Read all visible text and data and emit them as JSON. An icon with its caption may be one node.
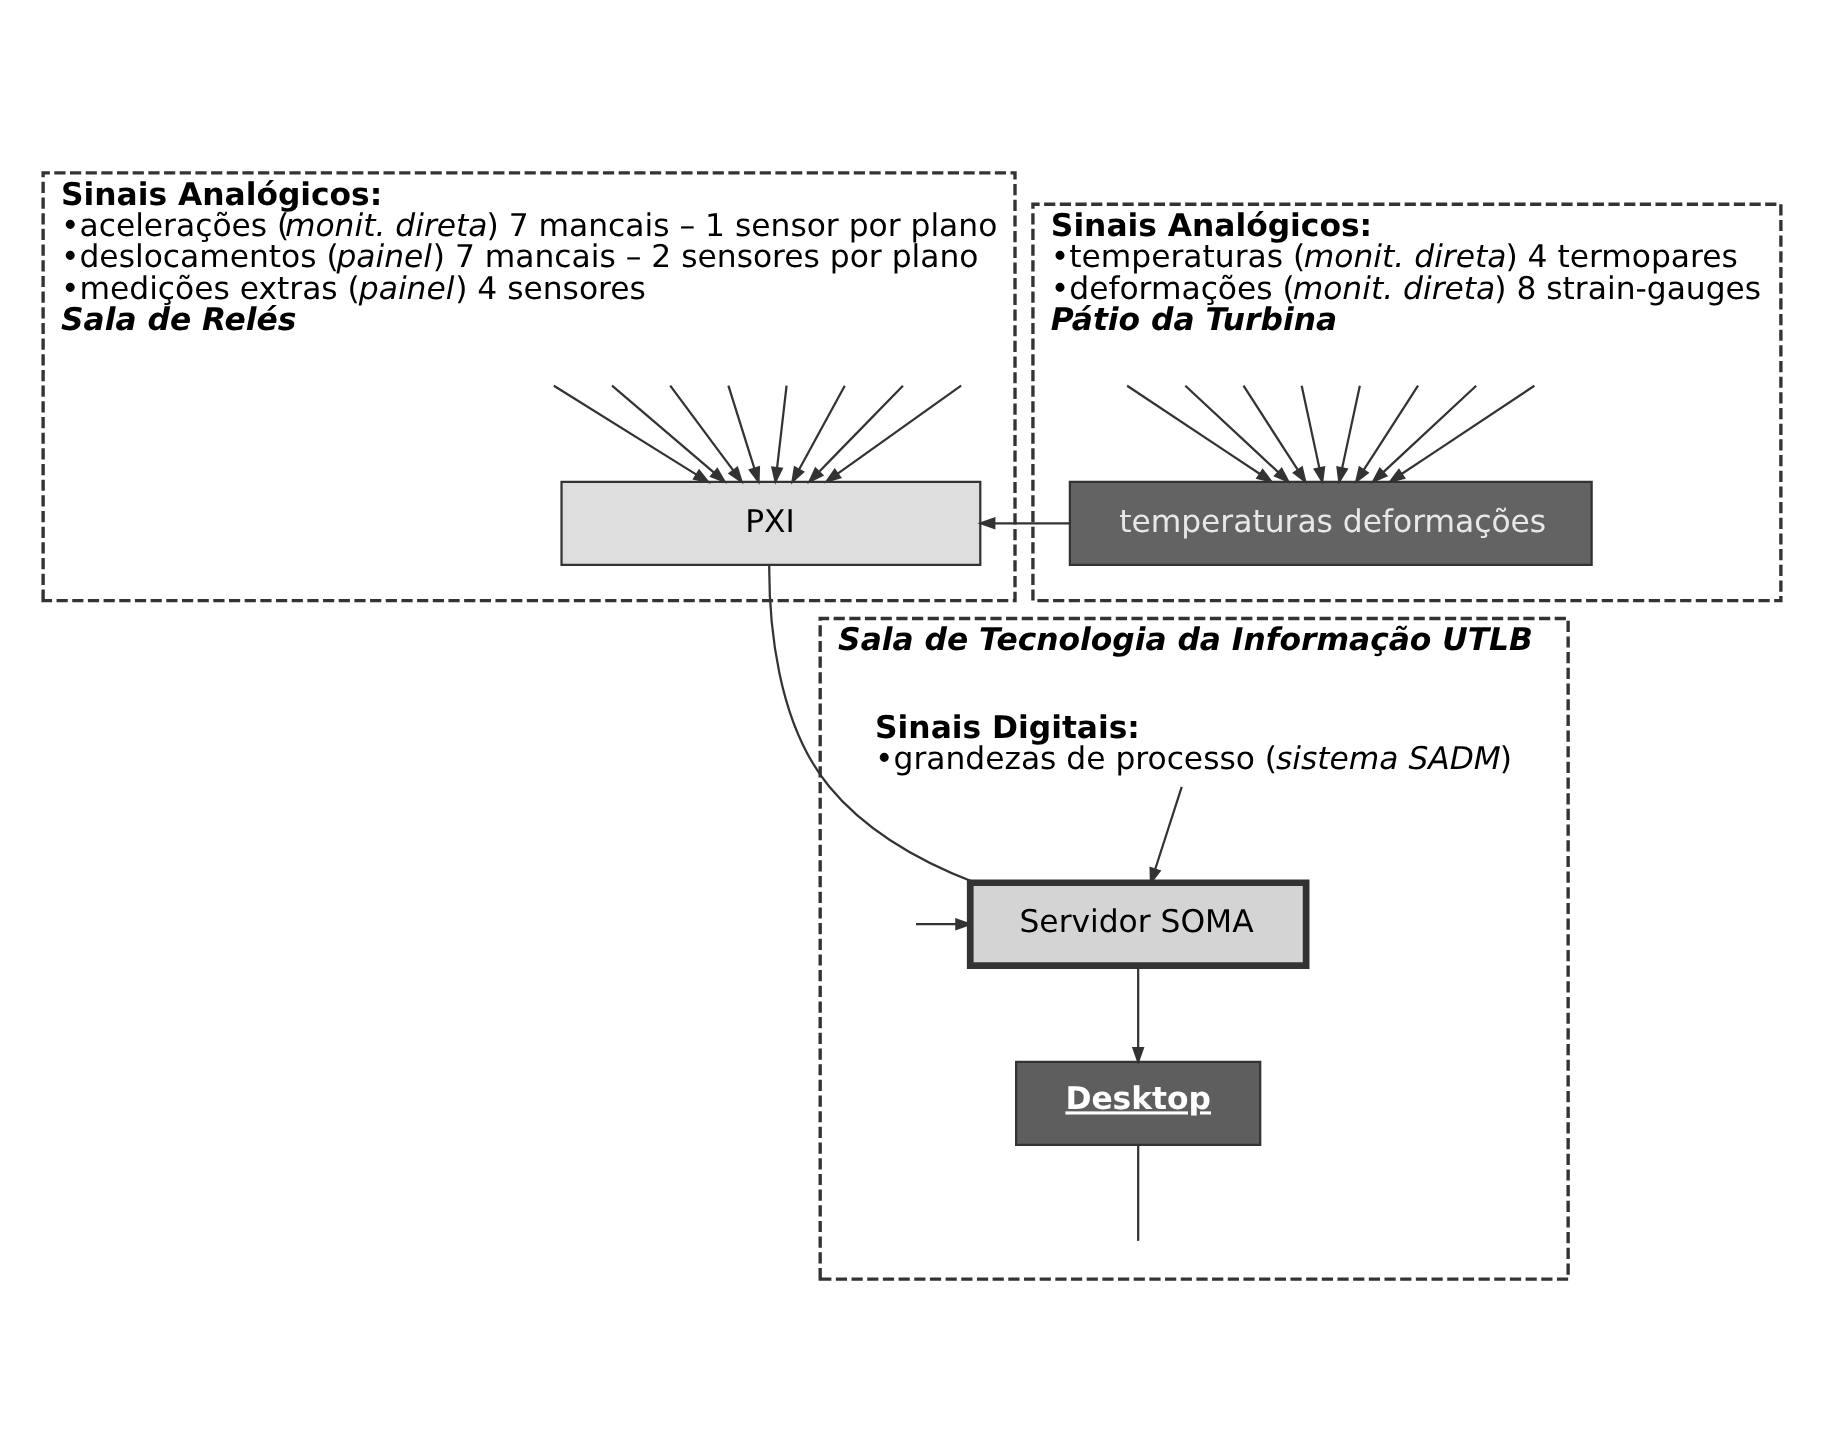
{
  "diagram": {
    "nodes": [
      {
        "text": [
          "Sinais Analógicos:",
          "•temperaturas (*monit. direta*) 4 termopares",
          "•deformações (*monit. direta*) 8 strain-gauges",
          "Pátio da Turbina"
        ]
      },
      {
        "text": [
          "temperaturas deformações"
        ],
        "in": 0
      },
      {
        "text": [
          "Sinais Analógicos:",
          "•acelerações (*monit. direta*) 7 mancais – 1 sensor por plano",
          "•deslocamentos (*painel*) 7 mancais – 2 sensores por plano",
          "•medições extras (*painel*) 4 sensores",
          "Sala de Relés"
        ]
      },
      {
        "text": [
          "PXI"
        ],
        "in": 2
      },
      {
        "text": [
          "Sala de Tecnologia da Informação UTLB"
        ]
      },
      {
        "text": [
          "Desktop"
        ],
        "in": 4
      },
      {
        "text": [
          "Servidor SOMA"
        ],
        "in": 4
      },
      {
        "text": [
          "Sinais Digitais:",
          "•grandezas de processo (*sistema SADM*)"
        ],
        "in": 4
      }
    ],
    "edges": [
      {
        "from": null,
        "to": 1,
        "arrow": "to"
      },
      {
        "from": null,
        "to": 1,
        "arrow": "to"
      },
      {
        "from": null,
        "to": 1,
        "arrow": "to"
      },
      {
        "from": null,
        "to": 1,
        "arrow": "to"
      },
      {
        "from": null,
        "to": 1,
        "arrow": "to"
      },
      {
        "from": null,
        "to": 1,
        "arrow": "to"
      },
      {
        "from": null,
        "to": 1,
        "arrow": "to"
      },
      {
        "from": null,
        "to": 1,
        "arrow": "to"
      },
      {
        "from": null,
        "to": 3,
        "arrow": "to"
      },
      {
        "from": null,
        "to": 3,
        "arrow": "to"
      },
      {
        "from": null,
        "to": 3,
        "arrow": "to"
      },
      {
        "from": null,
        "to": 3,
        "arrow": "to"
      },
      {
        "from": null,
        "to": 3,
        "arrow": "to"
      },
      {
        "from": null,
        "to": 3,
        "arrow": "to"
      },
      {
        "from": null,
        "to": 3,
        "arrow": "to"
      },
      {
        "from": null,
        "to": 3,
        "arrow": "to"
      },
      {
        "from": 1,
        "to": 3,
        "arrow": "to"
      },
      {
        "from": 3,
        "to": 6,
        "arrow": "none"
      },
      {
        "from": 6,
        "to": 5,
        "arrow": "to"
      },
      {
        "from": null,
        "to": 6,
        "arrow": "to"
      },
      {
        "from": 7,
        "to": 6,
        "arrow": "to"
      },
      {
        "from": 5,
        "to": null,
        "arrow": "none"
      }
    ]
  }
}
